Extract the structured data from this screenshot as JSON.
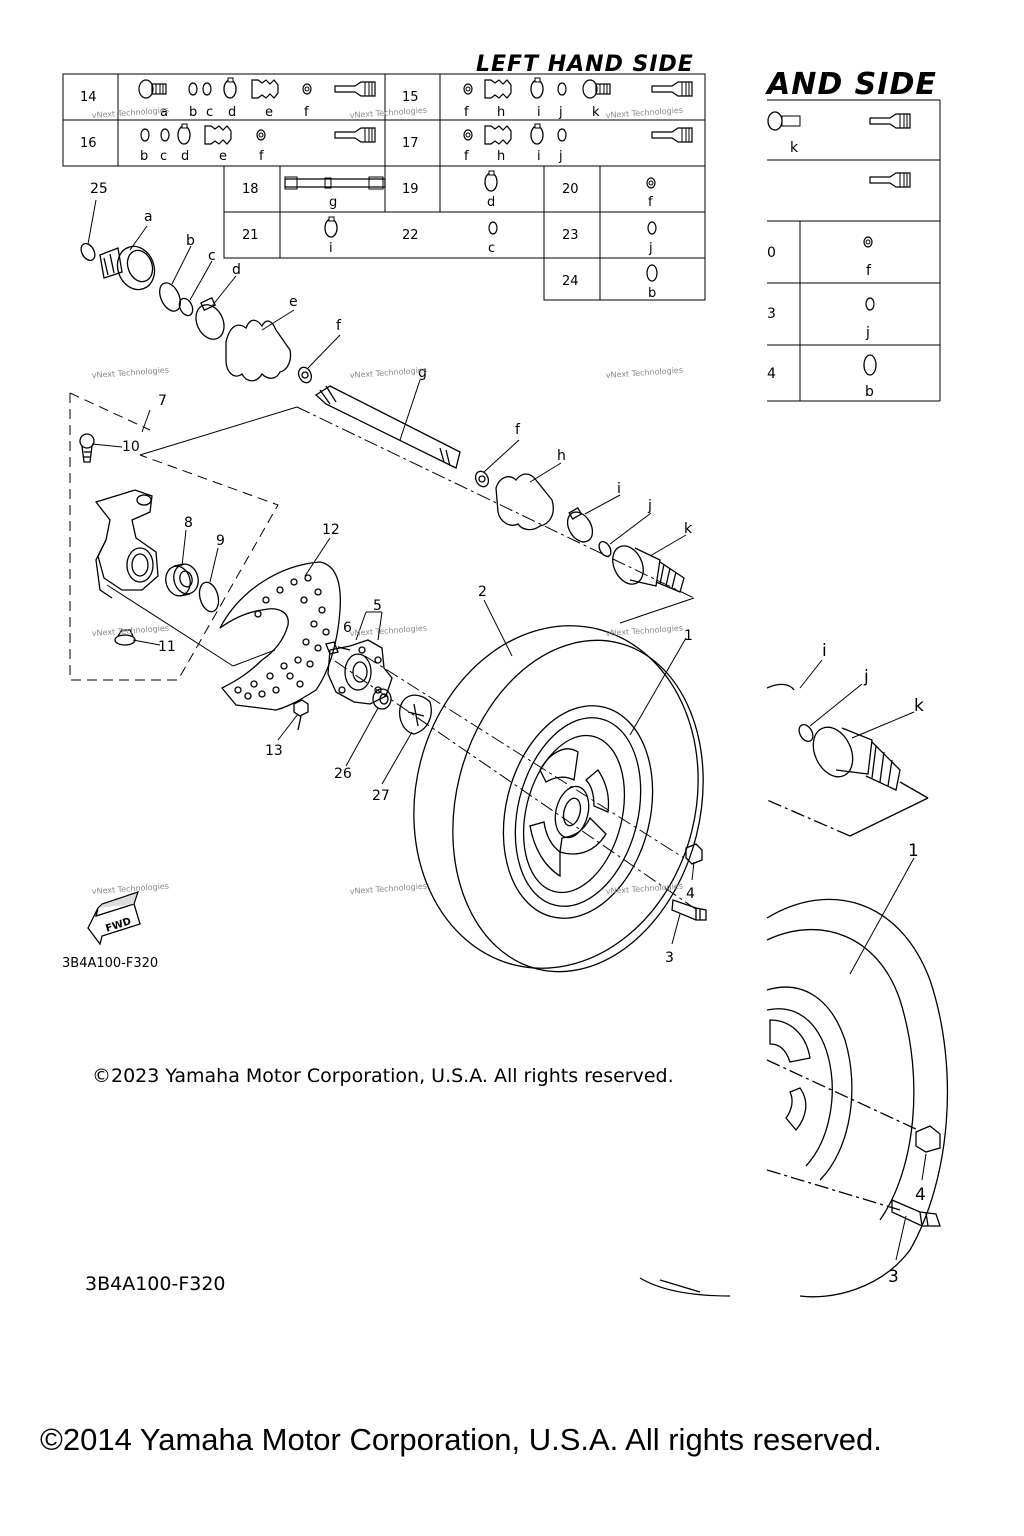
{
  "diagram": {
    "heading": "LEFT HAND SIDE",
    "heading_partial": "AND SIDE",
    "drawing_code": "3B4A100-F320",
    "drawing_code_partial": "3B4A100-F320",
    "fwd_label": "FWD",
    "watermark": "vNext Technologies",
    "copyright_inner": "©2023 Yamaha Motor Corporation, U.S.A. All rights reserved.",
    "copyright_outer": "©2014 Yamaha Motor Corporation, U.S.A. All rights reserved."
  },
  "kit_table": {
    "rows": [
      {
        "ref": "14",
        "letters": [
          "a",
          "b",
          "c",
          "d",
          "e",
          "f"
        ]
      },
      {
        "ref": "15",
        "letters": [
          "f",
          "h",
          "i",
          "j",
          "k"
        ]
      },
      {
        "ref": "16",
        "letters": [
          "b",
          "c",
          "d",
          "e",
          "f"
        ]
      },
      {
        "ref": "17",
        "letters": [
          "f",
          "h",
          "i",
          "j"
        ]
      },
      {
        "ref": "18",
        "letters": [
          "g"
        ]
      },
      {
        "ref": "19",
        "letters": [
          "d"
        ]
      },
      {
        "ref": "20",
        "letters": [
          "f"
        ]
      },
      {
        "ref": "21",
        "letters": [
          "i"
        ]
      },
      {
        "ref": "22",
        "letters": [
          "c"
        ]
      },
      {
        "ref": "23",
        "letters": [
          "j"
        ]
      },
      {
        "ref": "24",
        "letters": [
          "b"
        ]
      }
    ],
    "partial_letters": [
      "k",
      "f",
      "j",
      "b"
    ],
    "partial_refs": [
      "0",
      "3",
      "4"
    ]
  },
  "callouts": {
    "n25": "25",
    "n7": "7",
    "n10": "10",
    "n8": "8",
    "n9": "9",
    "n11": "11",
    "n12": "12",
    "n5": "5",
    "n6": "6",
    "n13": "13",
    "n26": "26",
    "n27": "27",
    "n2": "2",
    "n1": "1",
    "n4": "4",
    "n3": "3",
    "la": "a",
    "lb": "b",
    "lc": "c",
    "ld": "d",
    "le": "e",
    "lf": "f",
    "lg": "g",
    "lf2": "f",
    "lh": "h",
    "li": "i",
    "lj": "j",
    "lk": "k",
    "zi": "i",
    "zj": "j",
    "zk": "k",
    "z1": "1",
    "z4": "4",
    "z3": "3"
  }
}
